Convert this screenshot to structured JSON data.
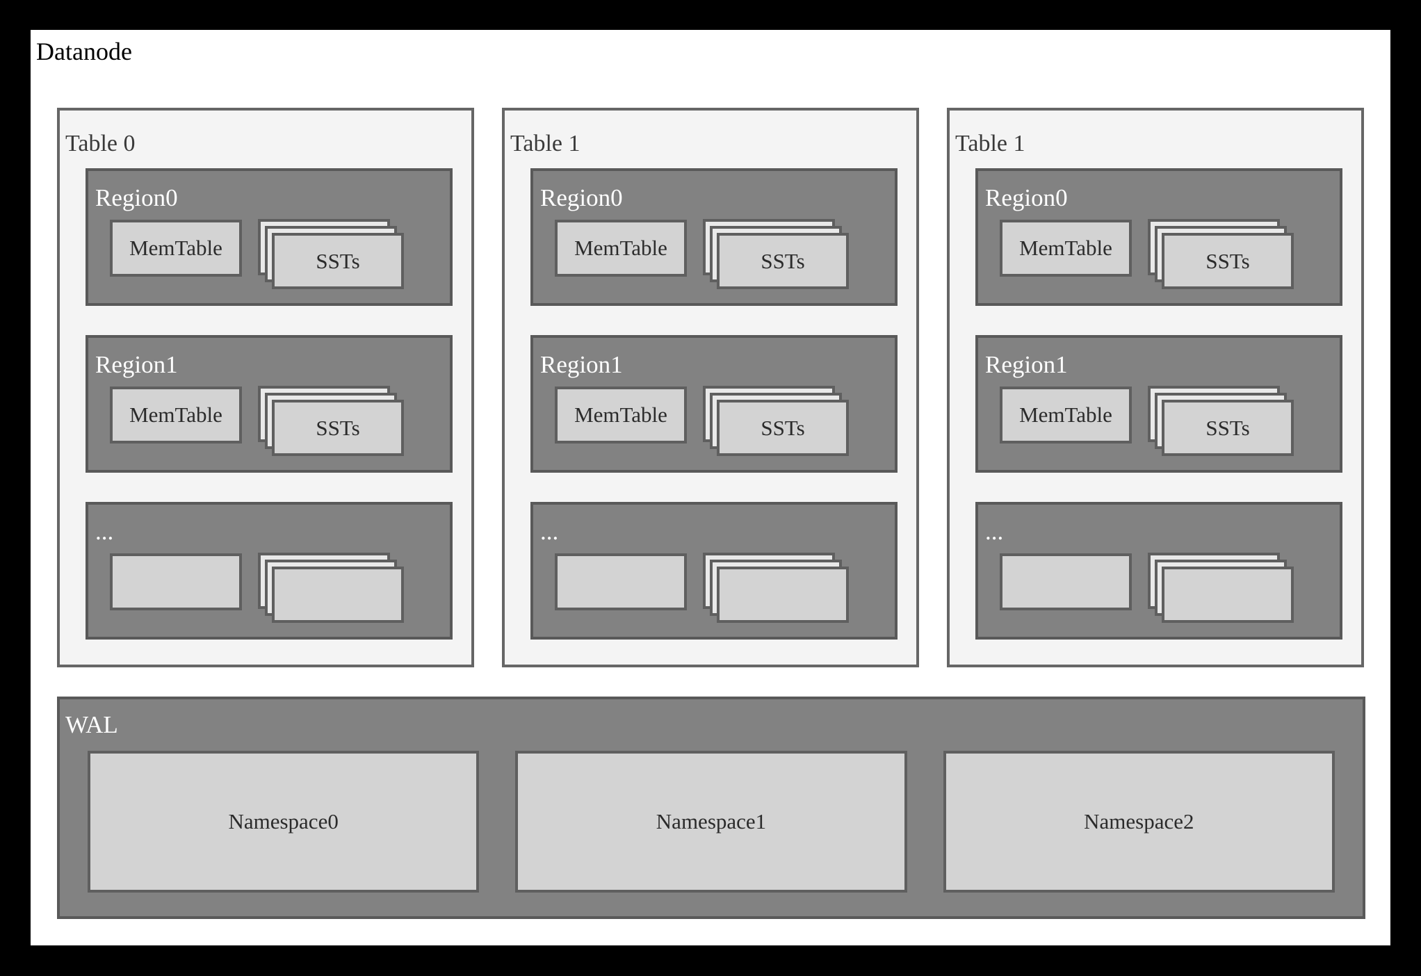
{
  "title": "Datanode",
  "colors": {
    "frame": "#000000",
    "page": "#ffffff",
    "table_fill": "#f4f4f4",
    "table_border": "#666666",
    "region_fill": "#828282",
    "region_border": "#595959",
    "box_fill": "#d3d3d3",
    "box_border": "#5f5f5f",
    "region_label_text": "#ffffff",
    "box_text": "#2b2b2b"
  },
  "tables": [
    {
      "label": "Table 0",
      "regions": [
        {
          "label": "Region0",
          "memtable": "MemTable",
          "ssts": "SSTs"
        },
        {
          "label": "Region1",
          "memtable": "MemTable",
          "ssts": "SSTs"
        },
        {
          "label": "...",
          "memtable": "",
          "ssts": ""
        }
      ]
    },
    {
      "label": "Table 1",
      "regions": [
        {
          "label": "Region0",
          "memtable": "MemTable",
          "ssts": "SSTs"
        },
        {
          "label": "Region1",
          "memtable": "MemTable",
          "ssts": "SSTs"
        },
        {
          "label": "...",
          "memtable": "",
          "ssts": ""
        }
      ]
    },
    {
      "label": "Table 1",
      "regions": [
        {
          "label": "Region0",
          "memtable": "MemTable",
          "ssts": "SSTs"
        },
        {
          "label": "Region1",
          "memtable": "MemTable",
          "ssts": "SSTs"
        },
        {
          "label": "...",
          "memtable": "",
          "ssts": ""
        }
      ]
    }
  ],
  "wal": {
    "label": "WAL",
    "namespaces": [
      {
        "label": "Namespace0"
      },
      {
        "label": "Namespace1"
      },
      {
        "label": "Namespace2"
      }
    ]
  }
}
